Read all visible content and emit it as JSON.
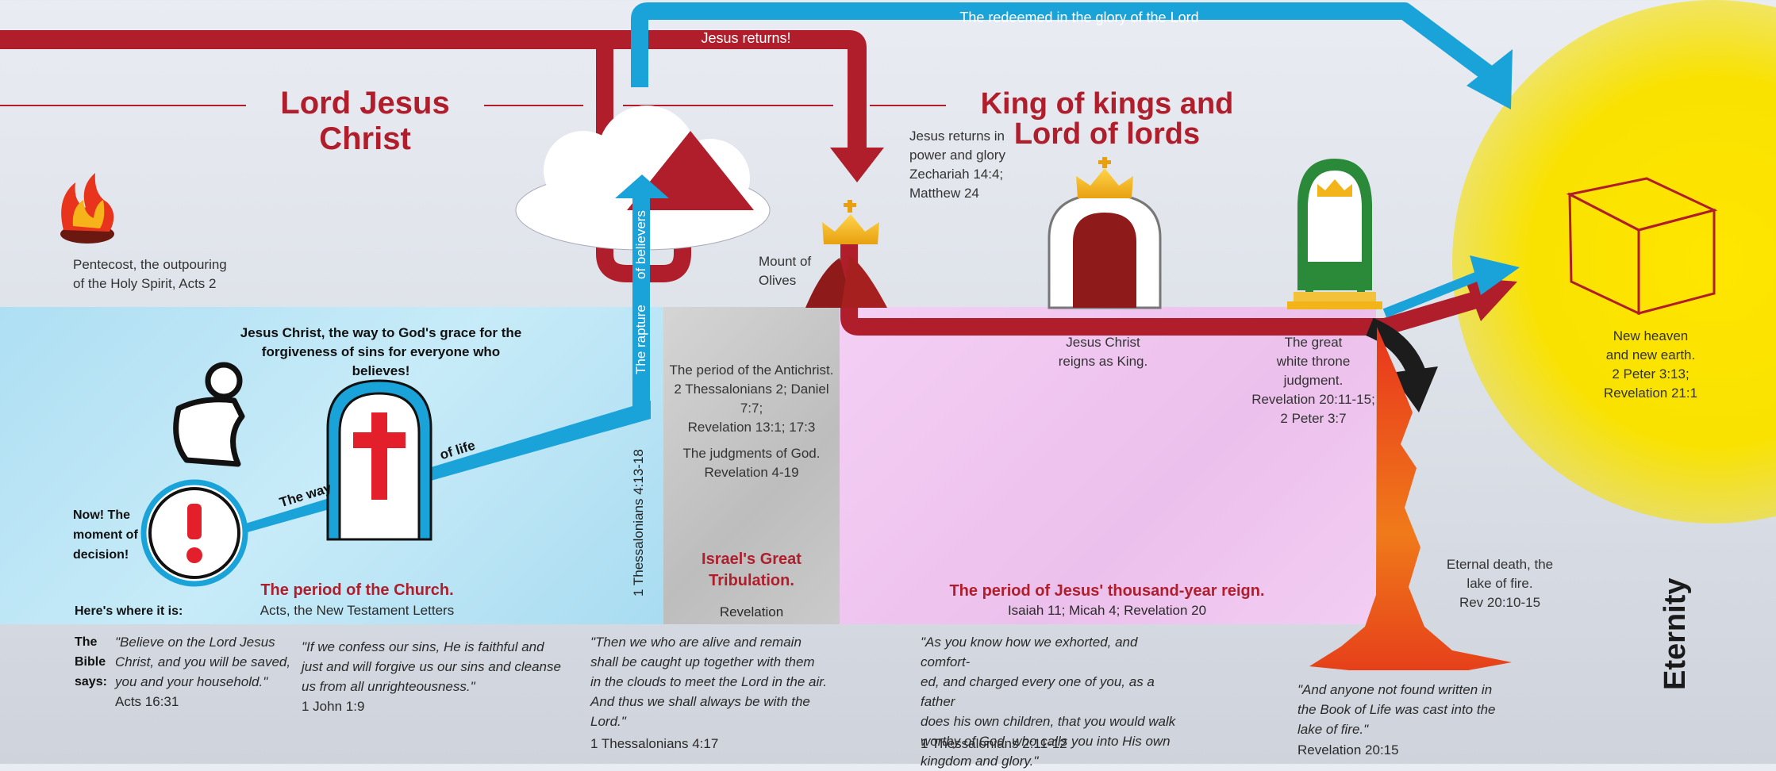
{
  "arrows": {
    "redeemed_label": "The redeemed in the glory of the Lord",
    "returns_label": "Jesus returns!"
  },
  "headings": {
    "lord_jesus": "Lord Jesus Christ",
    "king_of_kings": "King of kings and\nLord of lords",
    "eternity": "Eternity"
  },
  "events": {
    "pentecost": "Pentecost, the outpouring\nof the Holy Spirit, Acts 2",
    "returns_power": "Jesus returns in\npower and glory\nZechariah 14:4;\nMatthew 24",
    "mount_olives": "Mount of\nOlives",
    "reigns_as_king": "Jesus Christ\nreigns as King.",
    "white_throne": "The great\nwhite throne\njudgment.\nRevelation 20:11-15;\n2 Peter 3:7",
    "new_heaven": "New heaven\nand new earth.\n2 Peter 3:13;\nRevelation 21:1",
    "eternal_death": "Eternal death, the\nlake of fire.\nRev 20:10-15"
  },
  "church": {
    "way_heading": "Jesus Christ, the way to God's grace for the\nforgiveness of sins for everyone who believes!",
    "the_way": "The way",
    "of_life": "of life",
    "now_decision": "Now! The\nmoment of\ndecision!",
    "period_title": "The period of the Church.",
    "period_sub": "Acts, the New Testament Letters"
  },
  "rapture": {
    "label_a": "The rapture",
    "label_b": "of believers",
    "ref": "1 Thessalonians 4:13-18"
  },
  "tribulation": {
    "antichrist": "The period of the Antichrist.\n2 Thessalonians 2; Daniel 7:7;\nRevelation 13:1; 17:3",
    "judgments": "The judgments of God.\nRevelation 4-19",
    "title": "Israel's Great\nTribulation.",
    "sub": "Revelation"
  },
  "millennium": {
    "title": "The period of Jesus' thousand-year reign.",
    "sub": "Isaiah 11; Micah 4; Revelation 20"
  },
  "bottom": {
    "heres_where": "Here's where it is:",
    "bible_says": "The\nBible\nsays:",
    "q1": "\"Believe on the Lord Jesus\nChrist, and you will be saved,\nyou and your household.\"",
    "q1_ref": "Acts 16:31",
    "q2": "\"If we confess our sins, He is faithful and\njust and will forgive us our sins and cleanse\nus from all unrighteousness.\"",
    "q2_ref": "1 John 1:9",
    "q3": "\"Then we who are alive and remain\nshall be caught up together with them\nin the clouds to meet the Lord in the air.\n And thus we shall always be with the\nLord.\"",
    "q3_ref": "1 Thessalonians 4:17",
    "q4": "\"As you know how we exhorted, and comfort-\ned, and charged every one of you, as a father\ndoes his own children, that you would walk\nworthy of God, who calls you into His own\nkingdom and glory.\"",
    "q4_ref": "1 Thessalonians 2:11-12",
    "q5": "\"And anyone not found written in\nthe Book of Life was cast into the\nlake of fire.\"",
    "q5_ref": "Revelation 20:15"
  },
  "colors": {
    "red": "#b01e2c",
    "blue": "#1aa3d9",
    "yellow": "#f7e000",
    "gold": "#f2b418",
    "green": "#2a8a3a"
  },
  "icons": [
    "flame-icon",
    "praying-person-icon",
    "exclamation-icon",
    "cross-door-icon",
    "cloud-icon",
    "crown-icon",
    "throne-icon",
    "white-throne-icon",
    "cube-icon",
    "sun-icon",
    "fire-icon"
  ]
}
